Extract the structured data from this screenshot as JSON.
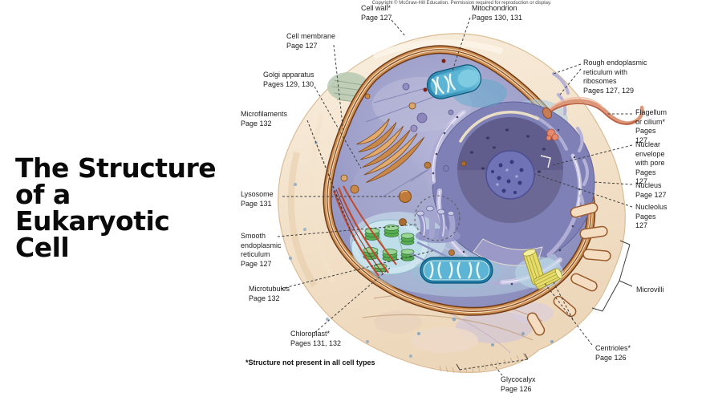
{
  "slide": {
    "title_lines": [
      "The Structure",
      "of a",
      "Eukaryotic",
      "Cell"
    ]
  },
  "figure": {
    "copyright": "Copyright © McGraw-Hill Education. Permission required for reproduction or display.",
    "footnote": "*Structure not present in all cell types",
    "labels": [
      {
        "id": "cell-wall",
        "text": "Cell wall*\nPage 127"
      },
      {
        "id": "mitochondrion",
        "text": "Mitochondrion\nPages 130, 131"
      },
      {
        "id": "cell-membrane",
        "text": "Cell membrane\nPage 127"
      },
      {
        "id": "golgi-apparatus",
        "text": "Golgi apparatus\nPages 129, 130"
      },
      {
        "id": "microfilaments",
        "text": "Microfilaments\nPage 132"
      },
      {
        "id": "lysosome",
        "text": "Lysosome\nPage 131"
      },
      {
        "id": "smooth-er",
        "text": "Smooth\nendoplasmic\nreticulum\nPage 127"
      },
      {
        "id": "microtubules",
        "text": "Microtubules\nPage 132"
      },
      {
        "id": "chloroplast",
        "text": "Chloroplast*\nPages 131, 132"
      },
      {
        "id": "rough-er",
        "text": "Rough endoplasmic\nreticulum with\nribosomes\nPages 127, 129"
      },
      {
        "id": "flagellum",
        "text": "Flagellum\nor cilium*\nPages 127"
      },
      {
        "id": "nuclear-envelope",
        "text": "Nuclear\nenvelope\nwith pore\nPages 127"
      },
      {
        "id": "nucleus",
        "text": "Nucleus\nPage 127"
      },
      {
        "id": "nucleolus",
        "text": "Nucleolus\nPages 127"
      },
      {
        "id": "microvilli",
        "text": "Microvilli"
      },
      {
        "id": "centrioles",
        "text": "Centrioles*\nPage 126"
      },
      {
        "id": "glycocalyx",
        "text": "Glycocalyx\nPage 126"
      }
    ],
    "palette": {
      "cell_wall": "#f5e6d2",
      "membrane": "#cf9055",
      "cytosol": "#9698c4",
      "nucleus": "#7e80b6",
      "nucleolus": "#4d5090",
      "mitochondrion": "#2c87ae",
      "golgi": "#c9894b",
      "chloroplast": "#58ad52",
      "centrioles": "#e6dd6a",
      "microfilaments": "#bf4a2e"
    }
  }
}
